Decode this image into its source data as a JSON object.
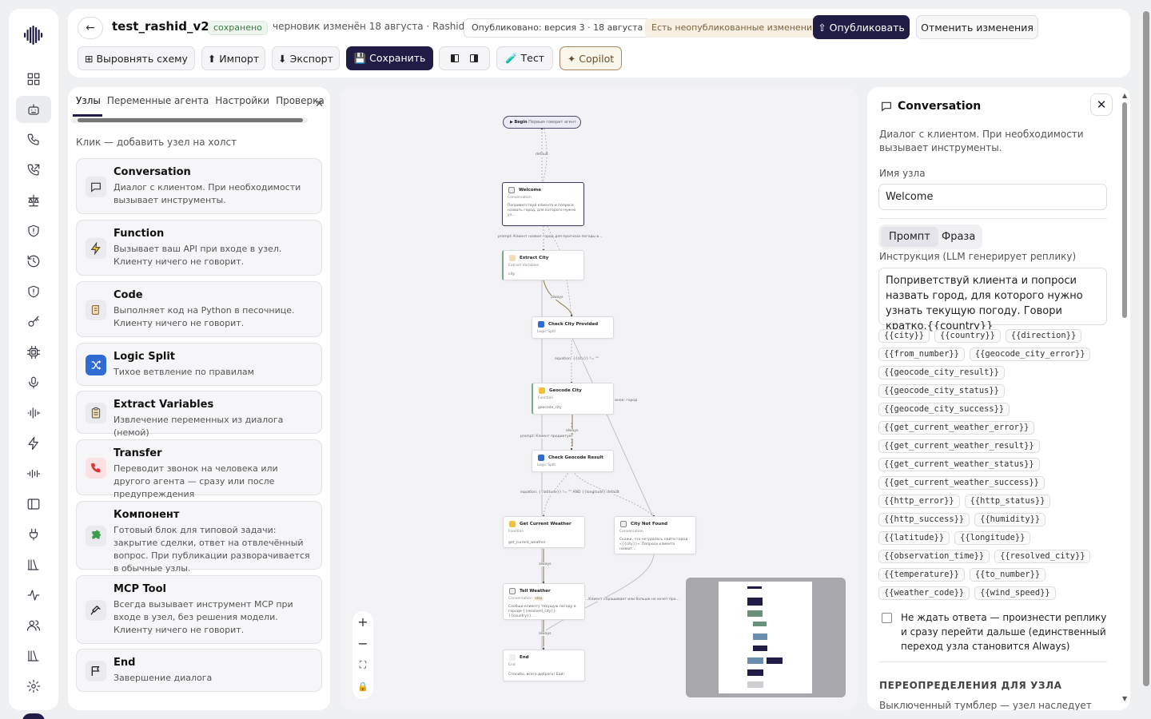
{
  "header": {
    "agent_name": "test_rashid_v2",
    "saved_badge": "сохранено",
    "draft_info": "черновик изменён 18 августа · Rashid",
    "published_badge": "Опубликовано: версия 3 · 18 августа",
    "unpublished_badge": "Есть неопубликованные изменения",
    "publish_label": "⇧ Опубликовать",
    "discard_label": "Отменить изменения",
    "align_label": "⊞ Выровнять схему",
    "import_label": "⬆ Импорт",
    "export_label": "⬇ Экспорт",
    "save_label": "💾 Сохранить",
    "test_label": "🧪 Тест",
    "copilot_label": "✦ Copilot"
  },
  "left_panel": {
    "tabs": [
      "Узлы",
      "Переменные агента",
      "Настройки",
      "Проверка"
    ],
    "hint": "Клик — добавить узел на холст",
    "cards": [
      {
        "title": "Conversation",
        "desc": "Диалог с клиентом. При необходимости вызывает инструменты.",
        "icon": "chat-icon"
      },
      {
        "title": "Function",
        "desc": "Вызывает ваш API при входе в узел. Клиенту ничего не говорит.",
        "icon": "lightning-icon"
      },
      {
        "title": "Code",
        "desc": "Выполняет код на Python в песочнице. Клиенту ничего не говорит.",
        "icon": "scroll-icon"
      },
      {
        "title": "Logic Split",
        "desc": "Тихое ветвление по правилам",
        "icon": "shuffle-icon"
      },
      {
        "title": "Extract Variables",
        "desc": "Извлечение переменных из диалога (немой)",
        "icon": "clipboard-icon"
      },
      {
        "title": "Transfer",
        "desc": "Переводит звонок на человека или другого агента — сразу или после предупреждения",
        "icon": "phone-icon"
      },
      {
        "title": "Компонент",
        "desc": "Готовый блок для типовой задачи: закрытие сделки, ответ на отвлечённый вопрос. При публикации разворачивается в обычные узлы.",
        "icon": "puzzle-icon"
      },
      {
        "title": "MCP Tool",
        "desc": "Всегда вызывает инструмент MCP при входе в узел, без решения модели. Клиенту ничего не говорит.",
        "icon": "plug-icon"
      },
      {
        "title": "End",
        "desc": "Завершение диалога",
        "icon": "flag-icon"
      }
    ]
  },
  "canvas": {
    "begin": {
      "title": "Begin",
      "sub": "Первым говорит агент"
    },
    "nodes": [
      {
        "id": "welcome",
        "title": "Welcome",
        "type": "Conversation",
        "body": "Поприветствуй клиента и попроси назвать город, для которого нужно уз..."
      },
      {
        "id": "extract",
        "title": "Extract City",
        "type": "Extract Variables",
        "body": "city"
      },
      {
        "id": "check_city",
        "title": "Check City Provided",
        "type": "Logic Split",
        "body": ""
      },
      {
        "id": "geocode",
        "title": "Geocode City",
        "type": "Function",
        "body": "geocode_city"
      },
      {
        "id": "check_geo",
        "title": "Check Geocode Result",
        "type": "Logic Split",
        "body": ""
      },
      {
        "id": "weather",
        "title": "Get Current Weather",
        "type": "Function",
        "body": "get_current_weather"
      },
      {
        "id": "notfound",
        "title": "City Not Found",
        "type": "Conversation",
        "body": "Скажи, что не удалось найти город «{{city}}». Попроси клиента назват..."
      },
      {
        "id": "tell",
        "title": "Tell Weather",
        "type": "Conversation",
        "badge": "skip",
        "body": "Сообщи клиенту текущую погоду в городе {{resolved_city}}: {{country}}..."
      },
      {
        "id": "end",
        "title": "End",
        "type": "End",
        "body": "Спасибо, всего доброго! Бай!"
      }
    ],
    "edge_labels": {
      "default1": "default",
      "prompt": "prompt: Клиент назвал город для прогноза погоды в...",
      "always1": "always",
      "equation1": "equation: {{city}} != \"\"",
      "always2": "always",
      "prompt2": "prompt: Клиент продиктует",
      "other_city": "иное: город",
      "equation2": "equation: {{latitude}} != \"\" AND {{longitude}} != \"\"",
      "default2": "default",
      "always3": "always",
      "prompt3": "...Клиент спрашивает или больше не хочет про...",
      "always4": "always"
    },
    "zoom": {
      "plus": "+",
      "minus": "−",
      "fit": "⛶",
      "lock": "🔒"
    }
  },
  "right_panel": {
    "title": "Conversation",
    "desc": "Диалог с клиентом. При необходимости вызывает инструменты.",
    "name_label": "Имя узла",
    "name_value": "Welcome",
    "tab_prompt": "Промпт",
    "tab_phrase": "Фраза",
    "instruction_label": "Инструкция (LLM генерирует реплику)",
    "instruction_value": "Поприветствуй клиента и попроси назвать город, для которого нужно узнать текущую погоду. Говори кратко.{{country}}",
    "variables": [
      "{{city}}",
      "{{country}}",
      "{{direction}}",
      "{{from_number}}",
      "{{geocode_city_error}}",
      "{{geocode_city_result}}",
      "{{geocode_city_status}}",
      "{{geocode_city_success}}",
      "{{get_current_weather_error}}",
      "{{get_current_weather_result}}",
      "{{get_current_weather_status}}",
      "{{get_current_weather_success}}",
      "{{http_error}}",
      "{{http_status}}",
      "{{http_success}}",
      "{{humidity}}",
      "{{latitude}}",
      "{{longitude}}",
      "{{observation_time}}",
      "{{resolved_city}}",
      "{{temperature}}",
      "{{to_number}}",
      "{{weather_code}}",
      "{{wind_speed}}"
    ],
    "no_wait_label": "Не ждать ответа — произнести реплику и сразу перейти дальше (единственный переход узла становится Always)",
    "overrides_heading": "ПЕРЕОПРЕДЕЛЕНИЯ ДЛЯ УЗЛА",
    "overrides_desc": "Выключенный тумблер — узел наследует"
  },
  "colors": {
    "accent": "#1f1d45",
    "copilot": "#a88860"
  }
}
